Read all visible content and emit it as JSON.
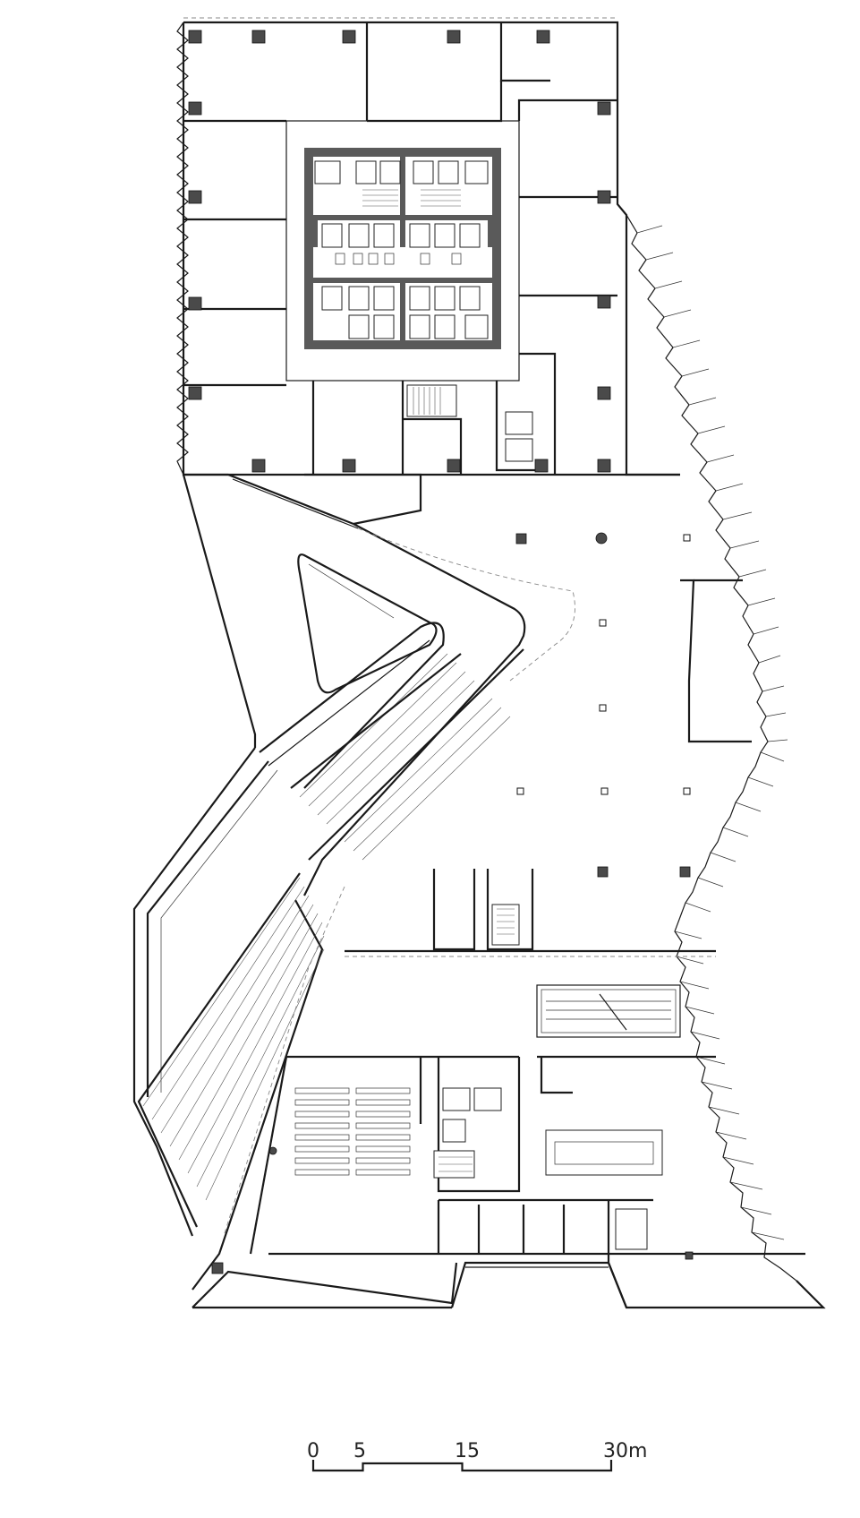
{
  "scale_bar": {
    "ticks": [
      {
        "label": "0",
        "value": 0
      },
      {
        "label": "5",
        "value": 5
      },
      {
        "label": "15",
        "value": 15
      },
      {
        "label": "30m",
        "value": 30
      }
    ]
  },
  "colors": {
    "line": "#1a1a1a",
    "core_fill": "#5a5a5a",
    "background": "#ffffff"
  }
}
